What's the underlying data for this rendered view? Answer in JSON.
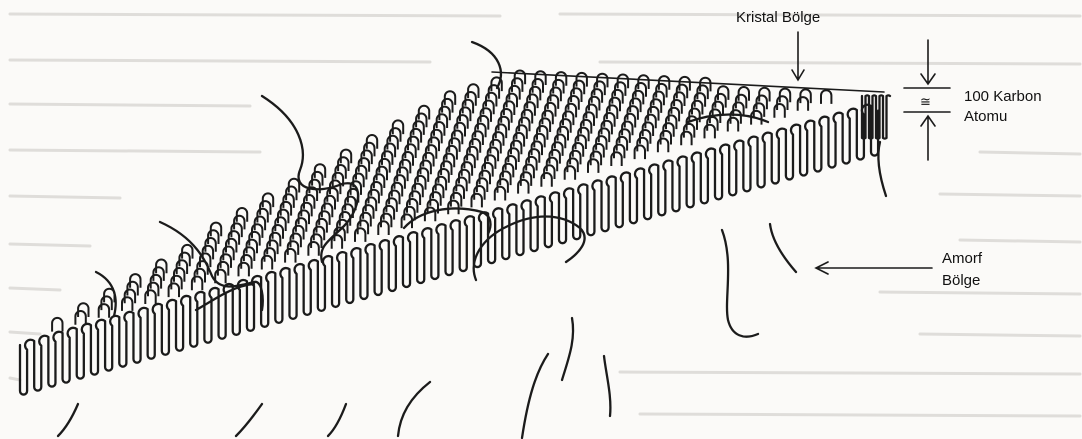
{
  "labels": {
    "crystal_region": "Kristal Bölge",
    "thickness_value": "100 Karbon",
    "thickness_unit": "Atomu",
    "approx_symbol": "≅",
    "amorphous_line1": "Amorf",
    "amorphous_line2": "Bölge"
  },
  "colors": {
    "ink": "#1b1b1b",
    "paper": "#fbfaf8",
    "bleed_through": "#c9c7c3"
  }
}
